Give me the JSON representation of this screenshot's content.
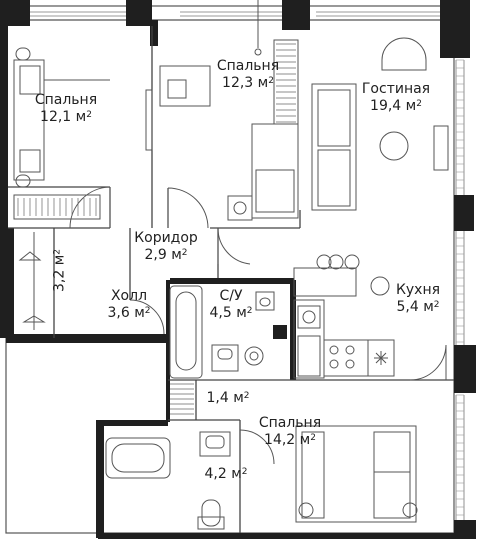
{
  "rooms": {
    "bedroom_1": {
      "name": "Спальня",
      "area": "12,1",
      "unit": "м",
      "sup": "2"
    },
    "bedroom_2": {
      "name": "Спальня",
      "area": "12,3",
      "unit": "м",
      "sup": "2"
    },
    "living": {
      "name": "Гостиная",
      "area": "19,4",
      "unit": "м",
      "sup": "2"
    },
    "corridor": {
      "name": "Коридор",
      "area": "2,9",
      "unit": "м",
      "sup": "2"
    },
    "closet": {
      "area": "3,2",
      "unit": "м",
      "sup": "2"
    },
    "hall": {
      "name": "Холл",
      "area": "3,6",
      "unit": "м",
      "sup": "2"
    },
    "bath_1": {
      "name": "С/У",
      "area": "4,5",
      "unit": "м",
      "sup": "2"
    },
    "kitchen": {
      "name": "Кухня",
      "area": "5,4",
      "unit": "м",
      "sup": "2"
    },
    "storage": {
      "area": "1,4",
      "unit": "м",
      "sup": "2"
    },
    "bedroom_3": {
      "name": "Спальня",
      "area": "14,2",
      "unit": "м",
      "sup": "2"
    },
    "bath_2": {
      "area": "4,2",
      "unit": "м",
      "sup": "2"
    }
  },
  "colors": {
    "wall": "#1f1f1f",
    "line": "#555555",
    "bg": "#ffffff"
  }
}
